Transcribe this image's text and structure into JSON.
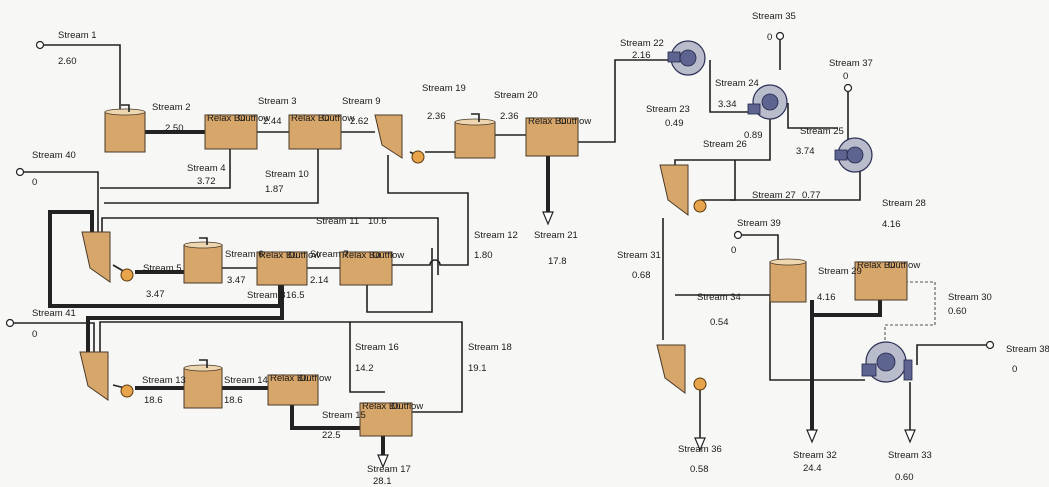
{
  "streams": [
    {
      "name": "Stream 1",
      "value": "2.60"
    },
    {
      "name": "Stream 2",
      "value": "2.50"
    },
    {
      "name": "Stream 3",
      "value": "2.44"
    },
    {
      "name": "Stream 9",
      "value": "2.62"
    },
    {
      "name": "Stream 19",
      "value": "2.36"
    },
    {
      "name": "Stream 20",
      "value": "2.36"
    },
    {
      "name": "Stream 22",
      "value": "2.16"
    },
    {
      "name": "Stream 35",
      "value": "0"
    },
    {
      "name": "Stream 37",
      "value": "0"
    },
    {
      "name": "Stream 24",
      "value": "3.34"
    },
    {
      "name": "Stream 23",
      "value": "0.49"
    },
    {
      "name": "Stream 25",
      "value": "3.74"
    },
    {
      "name": "Stream 26",
      "value": "0.89"
    },
    {
      "name": "Stream 27",
      "value": "0.77"
    },
    {
      "name": "Stream 28",
      "value": "4.16"
    },
    {
      "name": "Stream 40",
      "value": "0"
    },
    {
      "name": "Stream 4",
      "value": "3.72"
    },
    {
      "name": "Stream 10",
      "value": "1.87"
    },
    {
      "name": "Stream 11",
      "value": "10.6"
    },
    {
      "name": "Stream 12",
      "value": "1.80"
    },
    {
      "name": "Stream 21",
      "value": "17.8"
    },
    {
      "name": "Stream 39",
      "value": "0"
    },
    {
      "name": "Stream 5",
      "value": "3.47"
    },
    {
      "name": "Stream 6",
      "value": "3.47"
    },
    {
      "name": "Stream 7",
      "value": "2.14"
    },
    {
      "name": "Stream 8",
      "value": "16.5"
    },
    {
      "name": "Stream 31",
      "value": "0.68"
    },
    {
      "name": "Stream 29",
      "value": "4.16"
    },
    {
      "name": "Stream 30",
      "value": "0.60"
    },
    {
      "name": "Stream 34",
      "value": "0.54"
    },
    {
      "name": "Stream 41",
      "value": "0"
    },
    {
      "name": "Stream 16",
      "value": "14.2"
    },
    {
      "name": "Stream 18",
      "value": "19.1"
    },
    {
      "name": "Stream 38",
      "value": "0"
    },
    {
      "name": "Stream 13",
      "value": "18.6"
    },
    {
      "name": "Stream 14",
      "value": "18.6"
    },
    {
      "name": "Stream 15",
      "value": "22.5"
    },
    {
      "name": "Stream 17",
      "value": "28.1"
    },
    {
      "name": "Stream 36",
      "value": "0.58"
    },
    {
      "name": "Stream 32",
      "value": "24.4"
    },
    {
      "name": "Stream 33",
      "value": "0.60"
    }
  ],
  "tank_labels": {
    "left": "Relax Bu",
    "right": "Outflow"
  },
  "colors": {
    "tank": "#d7a66a",
    "pipe": "#222222",
    "separator": "#5d648f",
    "pump": "#e8a44a",
    "background": "#f7f7f5"
  },
  "icons": [
    "mixer-tank-icon",
    "settler-tank-icon",
    "cyclone-icon",
    "pump-icon",
    "separator-icon",
    "feed-point-icon",
    "outlet-arrow-icon"
  ]
}
